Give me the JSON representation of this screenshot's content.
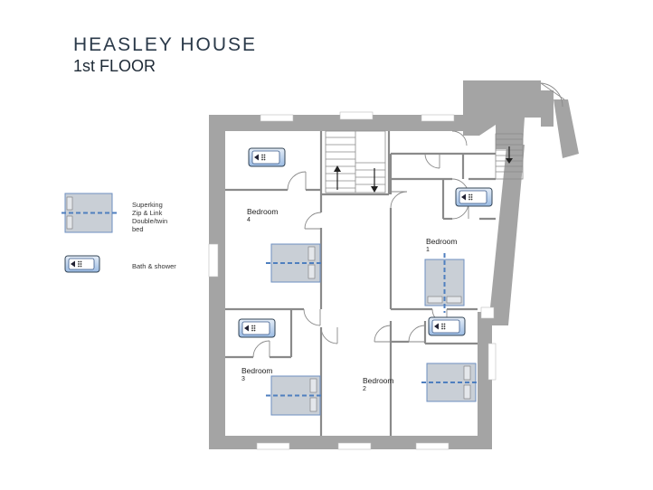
{
  "header": {
    "title": "HEASLEY HOUSE",
    "subtitle": "1st FLOOR"
  },
  "legend": {
    "bed_lines": [
      "Superking",
      "Zip & Link",
      "Double/twin",
      "bed"
    ],
    "bath_label": "Bath & shower"
  },
  "rooms": {
    "bedroom_4": {
      "name": "Bedroom",
      "number": "4"
    },
    "bedroom_1": {
      "name": "Bedroom",
      "number": "1"
    },
    "bedroom_3": {
      "name": "Bedroom",
      "number": "3"
    },
    "bedroom_2": {
      "name": "Bedroom",
      "number": "2"
    }
  },
  "colors": {
    "wall": "#a4a4a4",
    "bed_fill": "#c9cfd6",
    "bath_fill": "#a9c6e8",
    "dashed_line": "#4f7fbf"
  }
}
